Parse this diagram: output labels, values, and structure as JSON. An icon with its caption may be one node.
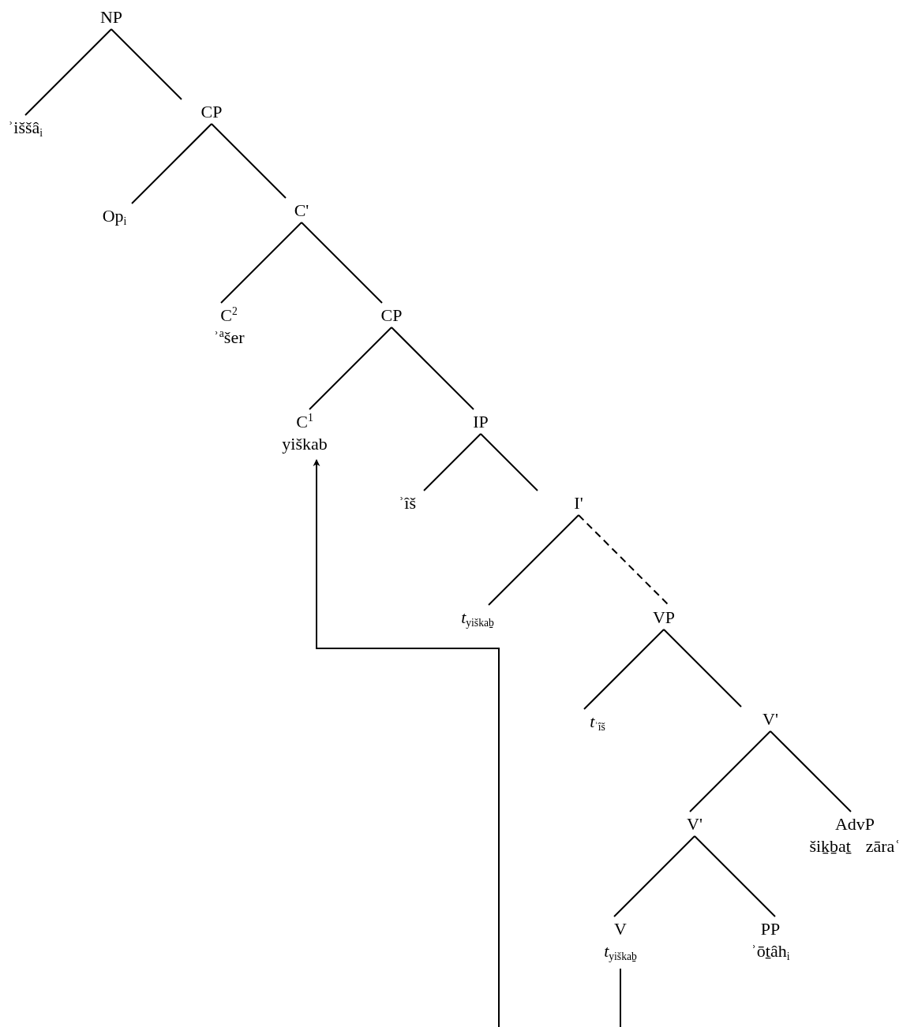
{
  "diagram": {
    "nodes": [
      {
        "text": [
          "NP"
        ]
      },
      {
        "text": [
          "ʾiššâ$_{i}$"
        ]
      },
      {
        "text": [
          "CP"
        ]
      },
      {
        "text": [
          "Op$_{i}$"
        ]
      },
      {
        "text": [
          "C'"
        ]
      },
      {
        "text": [
          "C$^{2}$",
          "ʾ$^{a}$šer"
        ]
      },
      {
        "text": [
          "CP"
        ]
      },
      {
        "text": [
          "C$^{1}$",
          "yiškab"
        ]
      },
      {
        "text": [
          "IP"
        ]
      },
      {
        "text": [
          "ʾîš"
        ]
      },
      {
        "text": [
          "I'"
        ]
      },
      {
        "text": [
          "*t*$_{yiškaḇ}$"
        ]
      },
      {
        "text": [
          "VP"
        ]
      },
      {
        "text": [
          "*t*$_{ʾîš}$"
        ]
      },
      {
        "text": [
          "V'"
        ]
      },
      {
        "text": [
          "V'"
        ]
      },
      {
        "text": [
          "AdvP",
          "šiḵḇaṯ zāraʿ"
        ]
      },
      {
        "text": [
          "V",
          "*t*$_{yiškaḇ}$"
        ]
      },
      {
        "text": [
          "PP",
          "ʾōṯâh$_{i}$"
        ]
      }
    ],
    "edges": [
      {
        "from": 0,
        "to": 1,
        "arrow": "none"
      },
      {
        "from": 0,
        "to": 2,
        "arrow": "none"
      },
      {
        "from": 2,
        "to": 3,
        "arrow": "none"
      },
      {
        "from": 2,
        "to": 4,
        "arrow": "none"
      },
      {
        "from": 4,
        "to": 5,
        "arrow": "none"
      },
      {
        "from": 4,
        "to": 6,
        "arrow": "none"
      },
      {
        "from": 6,
        "to": 7,
        "arrow": "none"
      },
      {
        "from": 6,
        "to": 8,
        "arrow": "none"
      },
      {
        "from": 8,
        "to": 9,
        "arrow": "none"
      },
      {
        "from": 8,
        "to": 10,
        "arrow": "none"
      },
      {
        "from": 10,
        "to": 11,
        "arrow": "none"
      },
      {
        "from": 10,
        "to": 12,
        "arrow": "none",
        "style": "dashed"
      },
      {
        "from": 12,
        "to": 13,
        "arrow": "none"
      },
      {
        "from": 12,
        "to": 14,
        "arrow": "none"
      },
      {
        "from": 14,
        "to": 15,
        "arrow": "none"
      },
      {
        "from": 14,
        "to": 16,
        "arrow": "none"
      },
      {
        "from": 15,
        "to": 17,
        "arrow": "none"
      },
      {
        "from": 15,
        "to": 18,
        "arrow": "none"
      },
      {
        "from": 17,
        "to": 7,
        "arrow": "to"
      }
    ]
  }
}
